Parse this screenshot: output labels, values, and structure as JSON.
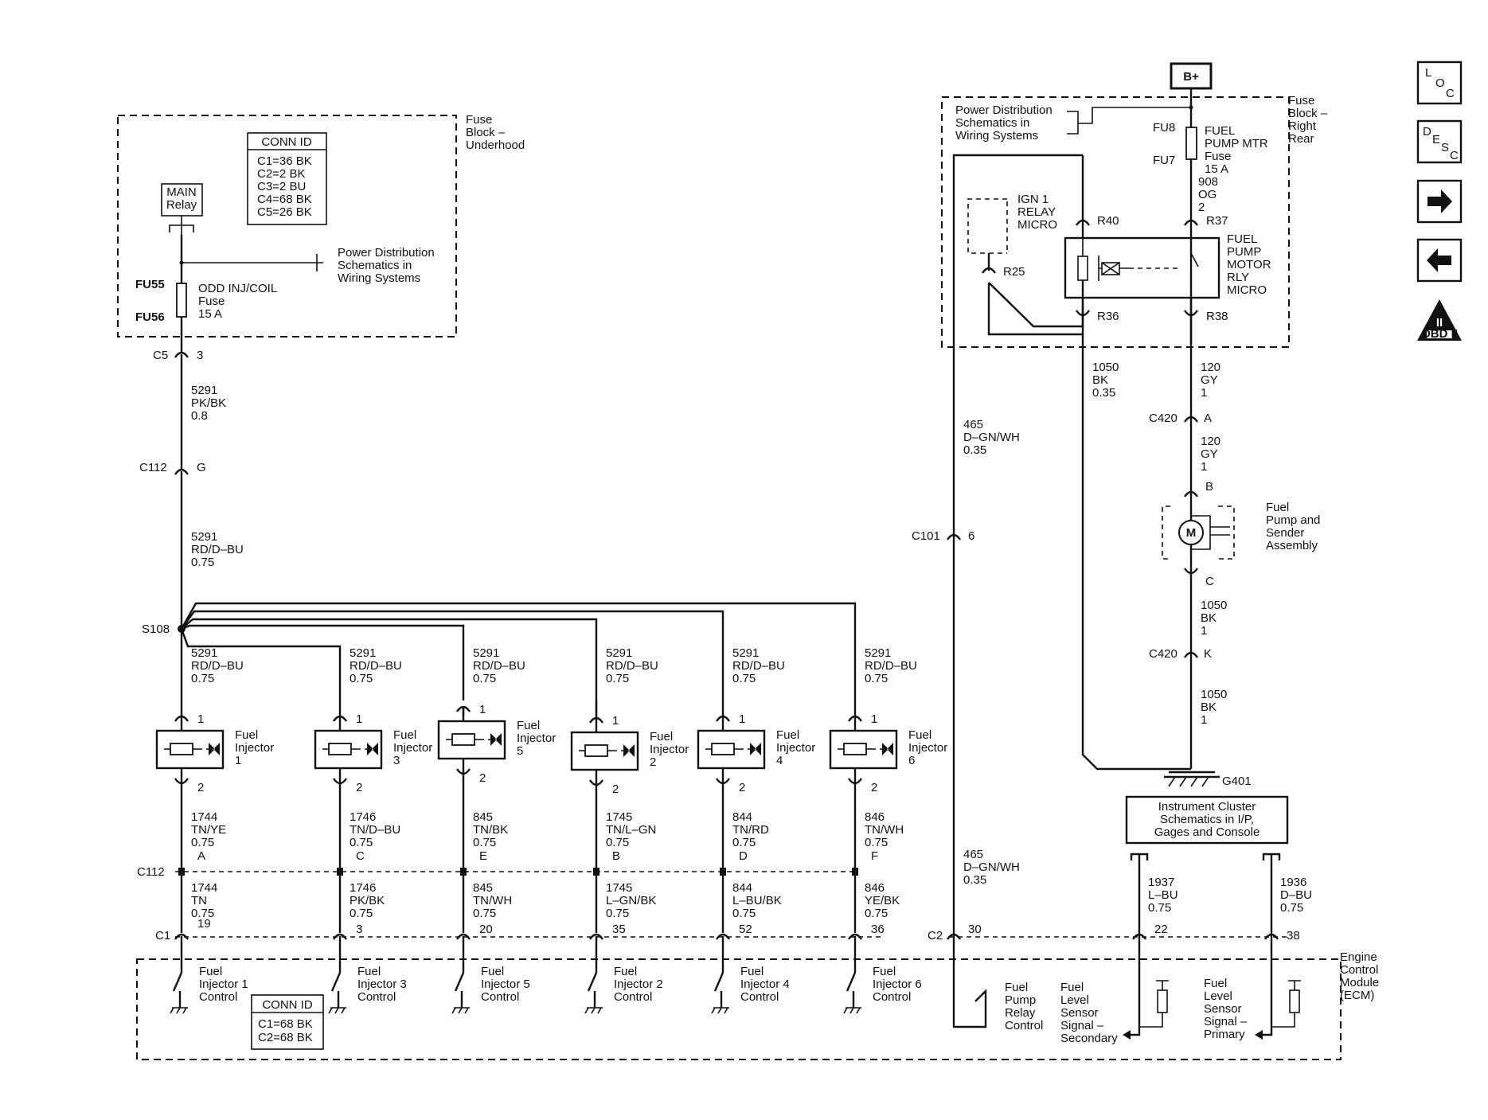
{
  "diagram": {
    "fuse_block_underhood": {
      "label": [
        "Fuse",
        "Block –",
        "Underhood"
      ],
      "conn_id": {
        "title": "CONN ID",
        "rows": [
          "C1=36 BK",
          "C2=2 BK",
          "C3=2 BU",
          "C4=68 BK",
          "C5=26 BK"
        ]
      },
      "main_relay": [
        "MAIN",
        "Relay"
      ],
      "power_dist": [
        "Power Distribution",
        "Schematics in",
        "Wiring Systems"
      ],
      "fuse_top": "FU55",
      "fuse_bottom": "FU56",
      "fuse_label": [
        "ODD INJ/COIL",
        "Fuse",
        "15 A"
      ]
    },
    "left_chain": {
      "c5": "C5",
      "c5_pin": "3",
      "wire1": [
        "5291",
        "PK/BK",
        "0.8"
      ],
      "c112": "C112",
      "c112_pin": "G",
      "wire2": [
        "5291",
        "RD/D–BU",
        "0.75"
      ],
      "splice": "S108"
    },
    "injectors": [
      {
        "wire_top": [
          "5291",
          "RD/D–BU",
          "0.75"
        ],
        "pin1": "1",
        "pin2": "2",
        "name": [
          "Fuel",
          "Injector",
          "1"
        ],
        "wire_mid": [
          "1744",
          "TN/YE",
          "0.75"
        ],
        "c112_pin": "A",
        "wire_low": [
          "1744",
          "TN",
          "0.75"
        ],
        "c1_pin": "19",
        "ecm": [
          "Fuel",
          "Injector 1",
          "Control"
        ]
      },
      {
        "wire_top": [
          "5291",
          "RD/D–BU",
          "0.75"
        ],
        "pin1": "1",
        "pin2": "2",
        "name": [
          "Fuel",
          "Injector",
          "3"
        ],
        "wire_mid": [
          "1746",
          "TN/D–BU",
          "0.75"
        ],
        "c112_pin": "C",
        "wire_low": [
          "1746",
          "PK/BK",
          "0.75"
        ],
        "c1_pin": "3",
        "ecm": [
          "Fuel",
          "Injector 3",
          "Control"
        ]
      },
      {
        "wire_top": [
          "5291",
          "RD/D–BU",
          "0.75"
        ],
        "pin1": "1",
        "pin2": "2",
        "name": [
          "Fuel",
          "Injector",
          "5"
        ],
        "wire_mid": [
          "845",
          "TN/BK",
          "0.75"
        ],
        "c112_pin": "E",
        "wire_low": [
          "845",
          "TN/WH",
          "0.75"
        ],
        "c1_pin": "20",
        "ecm": [
          "Fuel",
          "Injector 5",
          "Control"
        ]
      },
      {
        "wire_top": [
          "5291",
          "RD/D–BU",
          "0.75"
        ],
        "pin1": "1",
        "pin2": "2",
        "name": [
          "Fuel",
          "Injector",
          "2"
        ],
        "wire_mid": [
          "1745",
          "TN/L–GN",
          "0.75"
        ],
        "c112_pin": "B",
        "wire_low": [
          "1745",
          "L–GN/BK",
          "0.75"
        ],
        "c1_pin": "35",
        "ecm": [
          "Fuel",
          "Injector 2",
          "Control"
        ]
      },
      {
        "wire_top": [
          "5291",
          "RD/D–BU",
          "0.75"
        ],
        "pin1": "1",
        "pin2": "2",
        "name": [
          "Fuel",
          "Injector",
          "4"
        ],
        "wire_mid": [
          "844",
          "TN/RD",
          "0.75"
        ],
        "c112_pin": "D",
        "wire_low": [
          "844",
          "L–BU/BK",
          "0.75"
        ],
        "c1_pin": "52",
        "ecm": [
          "Fuel",
          "Injector 4",
          "Control"
        ]
      },
      {
        "wire_top": [
          "5291",
          "RD/D–BU",
          "0.75"
        ],
        "pin1": "1",
        "pin2": "2",
        "name": [
          "Fuel",
          "Injector",
          "6"
        ],
        "wire_mid": [
          "846",
          "TN/WH",
          "0.75"
        ],
        "c112_pin": "F",
        "wire_low": [
          "846",
          "YE/BK",
          "0.75"
        ],
        "c1_pin": "36",
        "ecm": [
          "Fuel",
          "Injector 6",
          "Control"
        ]
      }
    ],
    "c112_label": "C112",
    "c1_label": "C1",
    "c2_label": "C2",
    "ecm_conn_id": {
      "title": "CONN ID",
      "rows": [
        "C1=68 BK",
        "C2=68 BK"
      ]
    },
    "ecm_label": [
      "Engine",
      "Control",
      "Module",
      "(ECM)"
    ],
    "fuse_block_right_rear": {
      "label": [
        "Fuse",
        "Block –",
        "Right",
        "Rear"
      ],
      "power_dist": [
        "Power Distribution",
        "Schematics in",
        "Wiring Systems"
      ],
      "bplus": "B+",
      "fuse_top": "FU8",
      "fuse_bottom": "FU7",
      "fuse_label": [
        "FUEL",
        "PUMP MTR",
        "Fuse",
        "15 A"
      ],
      "wire_908": [
        "908",
        "OG",
        "2"
      ],
      "ign_relay": [
        "IGN 1",
        "RELAY",
        "MICRO"
      ],
      "r40": "R40",
      "r37": "R37",
      "r25": "R25",
      "r36": "R36",
      "r38": "R38",
      "fp_relay": [
        "FUEL",
        "PUMP",
        "MOTOR",
        "RLY",
        "MICRO"
      ]
    },
    "right_chain": {
      "wire_1050_035": [
        "1050",
        "BK",
        "0.35"
      ],
      "wire_120_a": [
        "120",
        "GY",
        "1"
      ],
      "c420": "C420",
      "c420_pin_a": "A",
      "wire_120_b": [
        "120",
        "GY",
        "1"
      ],
      "pump_pin_b": "B",
      "pump_pin_c": "C",
      "pump_label": [
        "Fuel",
        "Pump and",
        "Sender",
        "Assembly"
      ],
      "motor": "M",
      "wire_1050_1a": [
        "1050",
        "BK",
        "1"
      ],
      "c420_pin_k": "K",
      "wire_1050_1b": [
        "1050",
        "BK",
        "1"
      ],
      "ground": "G401",
      "inst_cluster": [
        "Instrument Cluster",
        "Schematics in I/P,",
        "Gages and Console"
      ],
      "wire_465_a": [
        "465",
        "D–GN/WH",
        "0.35"
      ],
      "c101": "C101",
      "c101_pin": "6",
      "wire_465_b": [
        "465",
        "D–GN/WH",
        "0.35"
      ],
      "c2_pin_30": "30",
      "wire_1937": [
        "1937",
        "L–BU",
        "0.75"
      ],
      "c2_pin_22": "22",
      "wire_1936": [
        "1936",
        "D–BU",
        "0.75"
      ],
      "c2_pin_38": "38",
      "ecm_fp_relay": [
        "Fuel",
        "Pump",
        "Relay",
        "Control"
      ],
      "ecm_secondary": [
        "Fuel",
        "Level",
        "Sensor",
        "Signal –",
        "Secondary"
      ],
      "ecm_primary": [
        "Fuel",
        "Level",
        "Sensor",
        "Signal –",
        "Primary"
      ]
    }
  },
  "nav": {
    "loc": {
      "l": "L",
      "o": "O",
      "c": "C"
    },
    "desc": {
      "d": "D",
      "e": "E",
      "s": "S",
      "c": "C"
    },
    "obd": {
      "roman": "II",
      "text": "OBD II"
    }
  }
}
